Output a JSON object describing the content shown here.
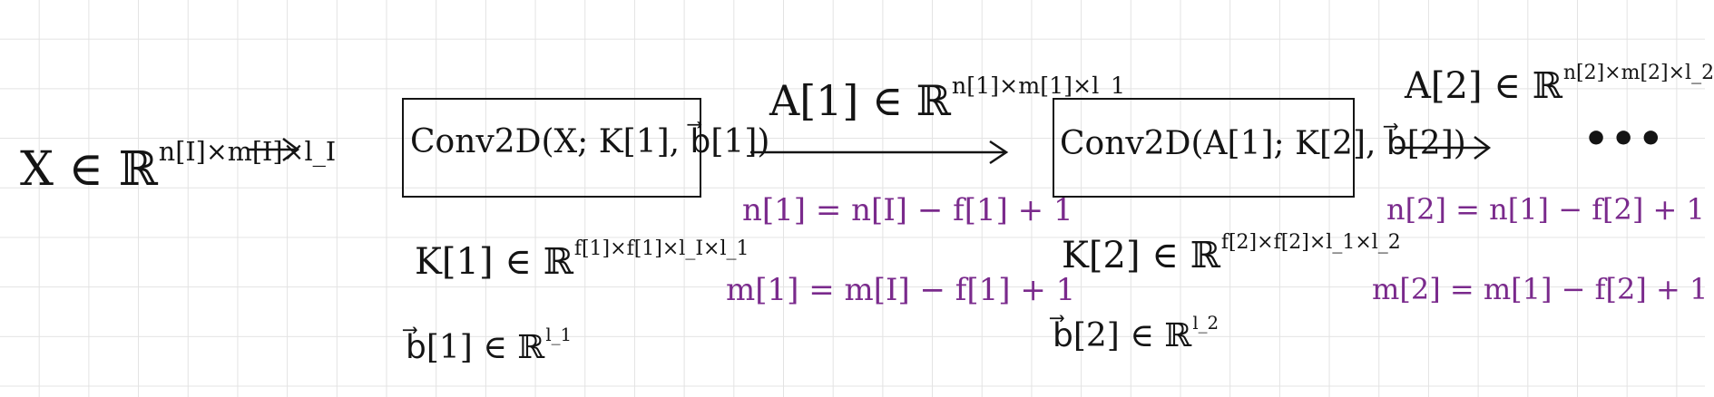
{
  "input": {
    "base": "X ∈ ℝ",
    "sup": "n[I]×m[I]×l_I"
  },
  "layer1": {
    "box_label": "Conv2D(X; K[1], b⃗[1])",
    "kernel": {
      "base": "K[1] ∈ ℝ",
      "sup": "f[1]×f[1]×l_I×l_1"
    },
    "bias": {
      "base": "b⃗[1] ∈ ℝ",
      "sup": "l_1"
    }
  },
  "activation1": {
    "base": "A[1] ∈ ℝ",
    "sup": "n[1]×m[1]×l_1",
    "n_eq": "n[1] = n[I] − f[1] + 1",
    "m_eq": "m[1] = m[I] − f[1] + 1"
  },
  "layer2": {
    "box_label": "Conv2D(A[1]; K[2], b⃗[2])",
    "kernel": {
      "base": "K[2] ∈ ℝ",
      "sup": "f[2]×f[2]×l_1×l_2"
    },
    "bias": {
      "base": "b⃗[2] ∈ ℝ",
      "sup": "l_2"
    }
  },
  "activation2": {
    "base": "A[2] ∈ ℝ",
    "sup": "n[2]×m[2]×l_2",
    "n_eq": "n[2] = n[1] − f[2] + 1",
    "m_eq": "m[2] = m[1] − f[2] + 1"
  },
  "continuation": "•••",
  "colors": {
    "ink": "#141414",
    "purple": "#7a2a8c",
    "grid": "#e3e3e3"
  }
}
